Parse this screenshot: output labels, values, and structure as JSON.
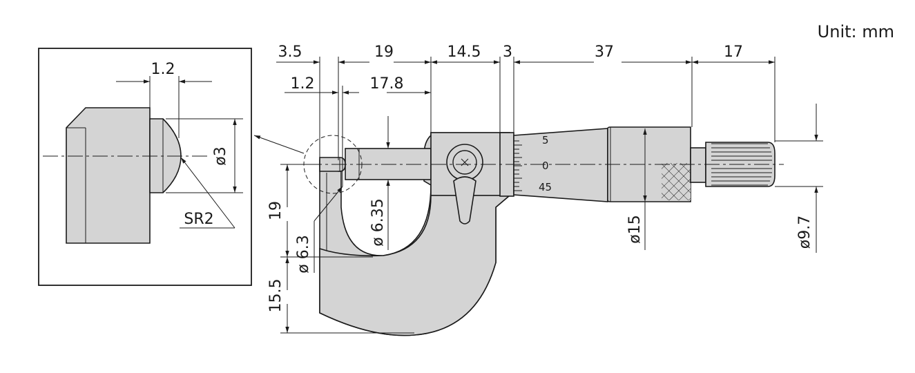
{
  "unit_label": "Unit: mm",
  "top_dims": {
    "d1": "3.5",
    "d2": "19",
    "d3": "14.5",
    "d4": "3",
    "d5": "37",
    "d6": "17"
  },
  "second_dims": {
    "d1": "1.2",
    "d2": "17.8"
  },
  "vertical_dims": {
    "v1": "19",
    "v2": "15.5",
    "anvil_dia": "ø 6.3",
    "spindle_dia": "ø 6.35",
    "thimble_dia": "ø15",
    "ratchet_dia": "ø9.7"
  },
  "detail": {
    "width": "1.2",
    "dia": "ø3",
    "radius": "SR2"
  },
  "scale_marks": [
    "5",
    "0",
    "45"
  ]
}
